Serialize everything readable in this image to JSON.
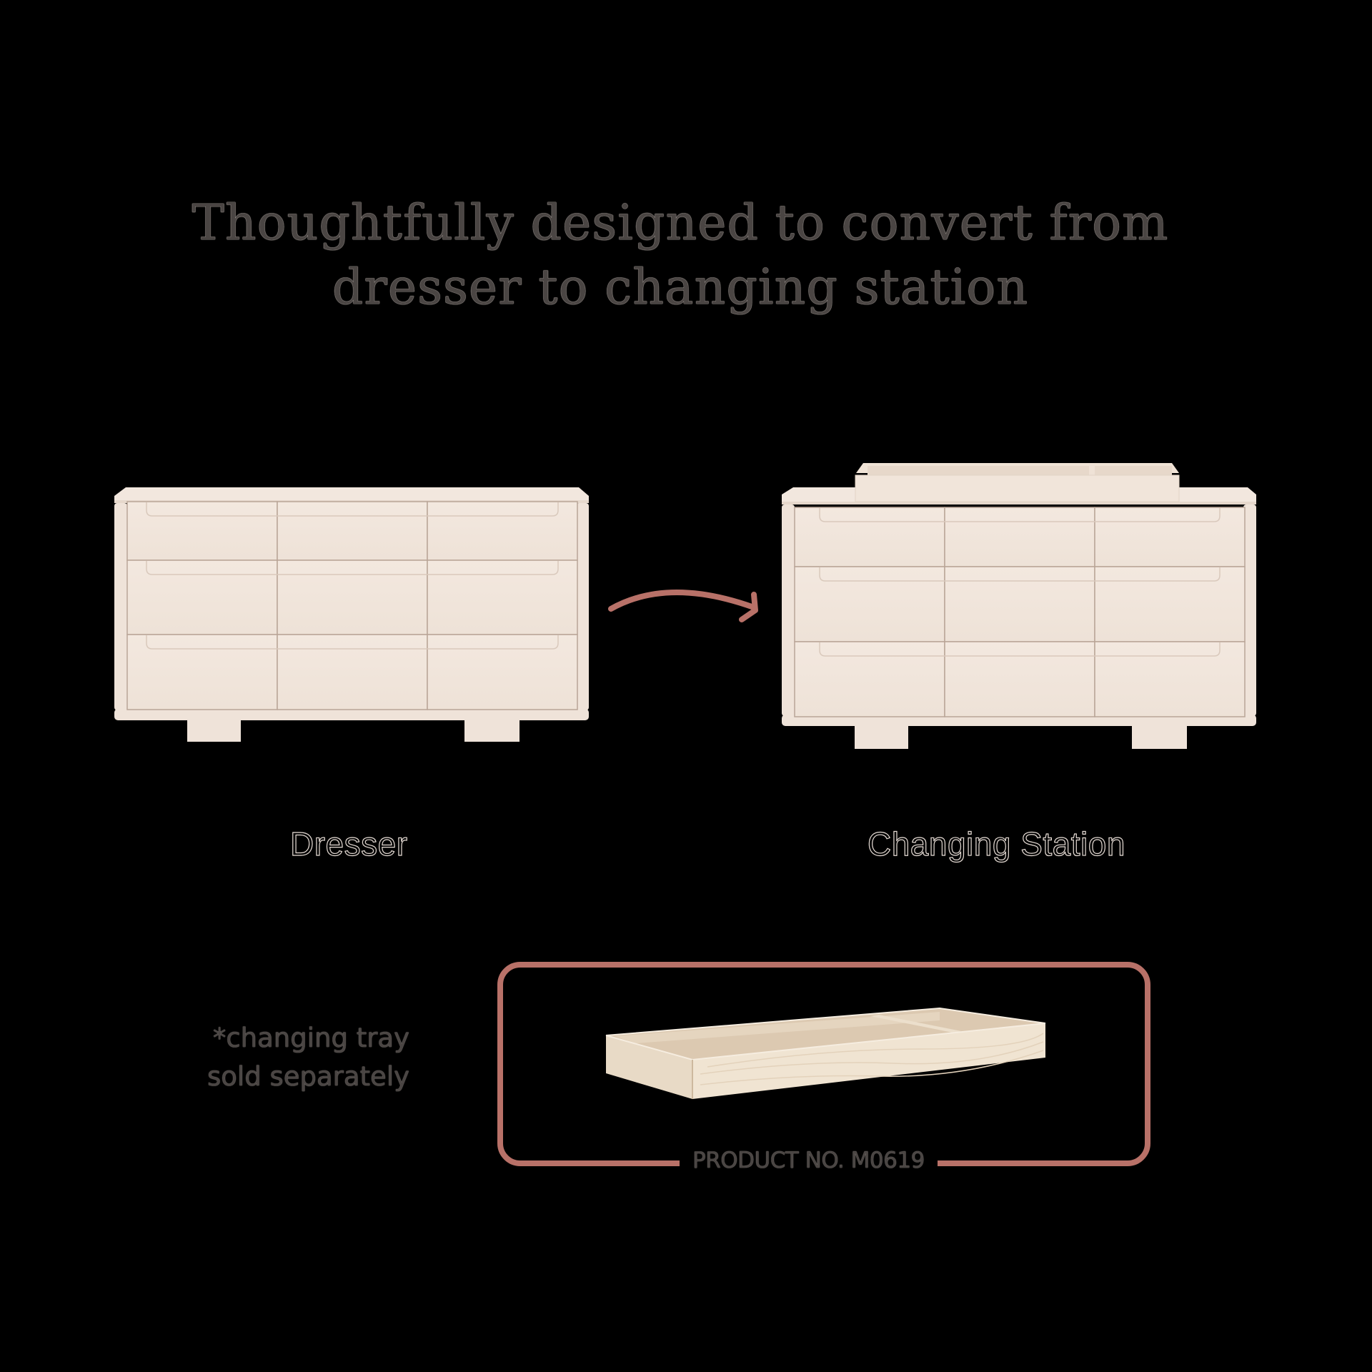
{
  "heading": {
    "line1": "Thoughtfully designed to convert from",
    "line2": "dresser to changing station"
  },
  "products": [
    {
      "label": "Dresser",
      "icon": "dresser-illustration"
    },
    {
      "label": "Changing Station",
      "icon": "changing-station-illustration"
    }
  ],
  "conversion_arrow": {
    "icon": "curved-arrow-right",
    "color": "#b87168"
  },
  "tray_note": {
    "line1": "*changing tray",
    "line2": "sold separately"
  },
  "tray_box": {
    "icon": "changing-tray-illustration",
    "product_number": "PRODUCT NO. M0619",
    "border_color": "#b87168"
  },
  "colors": {
    "background": "#000000",
    "text": "#4a4543",
    "wood": "#f0e4da",
    "tray_wood": "#eadcc6",
    "accent": "#b87168"
  }
}
